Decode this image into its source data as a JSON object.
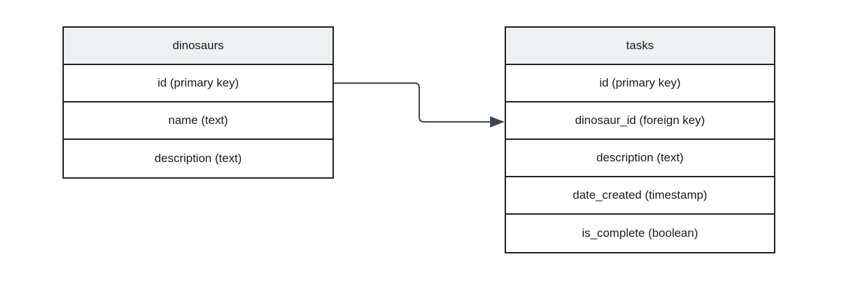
{
  "diagram": {
    "background": "#ffffff",
    "border_color": "#202020",
    "text_color": "#1a1a1a",
    "header_fill": "#eef0f2",
    "connector": {
      "color": "#3b454f",
      "from": "dinosaurs: id (primary key)",
      "to": "tasks: dinosaur_id (foreign key)",
      "arrow": "right"
    },
    "tables": [
      {
        "id": "dinosaurs",
        "title": "dinosaurs",
        "rows": [
          "id (primary key)",
          "name (text)",
          "description (text)"
        ]
      },
      {
        "id": "tasks",
        "title": "tasks",
        "rows": [
          "id (primary key)",
          "dinosaur_id (foreign key)",
          "description (text)",
          "date_created (timestamp)",
          "is_complete (boolean)"
        ]
      }
    ]
  }
}
